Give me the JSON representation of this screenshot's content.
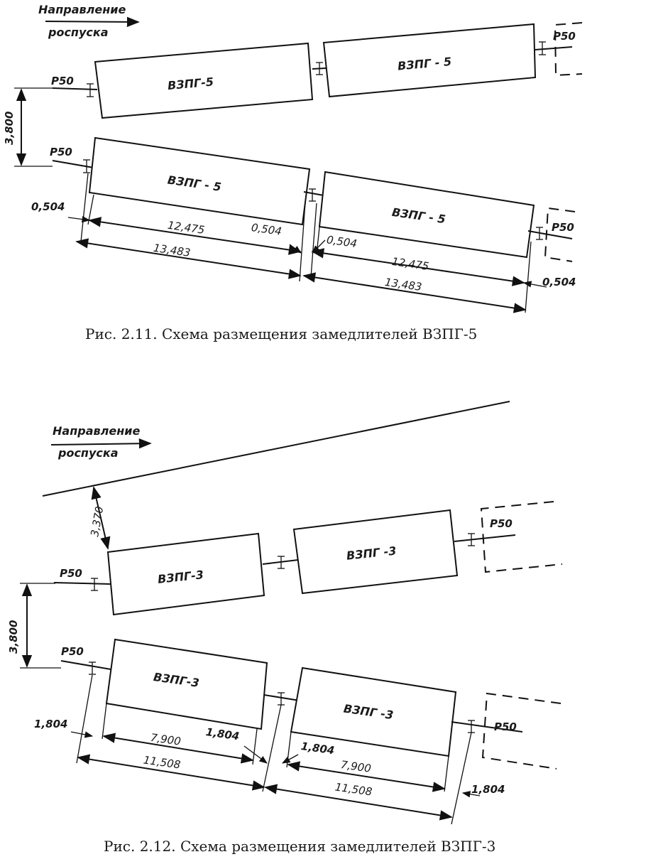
{
  "figure1": {
    "direction_line1": "Направление",
    "direction_line2": "роспуска",
    "rail": "Р50",
    "retarder": "ВЗПГ-5",
    "retarder_labels": [
      "ВЗПГ-5",
      "ВЗПГ - 5",
      "ВЗПГ - 5",
      "ВЗПГ - 5"
    ],
    "track_spacing": "3,800",
    "dims": {
      "end_gap": "0,504",
      "length": "12,475",
      "total": "13,483"
    },
    "caption": "Рис. 2.11. Схема размещения замедлителей ВЗПГ-5"
  },
  "figure2": {
    "direction_line1": "Направление",
    "direction_line2": "роспуска",
    "rail": "Р50",
    "retarder": "ВЗПГ-3",
    "retarder_labels": [
      "ВЗПГ-3",
      "ВЗПГ -3",
      "ВЗПГ-3",
      "ВЗПГ -3"
    ],
    "track_spacing": "3,800",
    "offset": "3,370",
    "dims": {
      "end_gap": "1,804",
      "length": "7,900",
      "total": "11,508"
    },
    "caption": "Рис. 2.12. Схема размещения замедлителей ВЗПГ-3"
  }
}
